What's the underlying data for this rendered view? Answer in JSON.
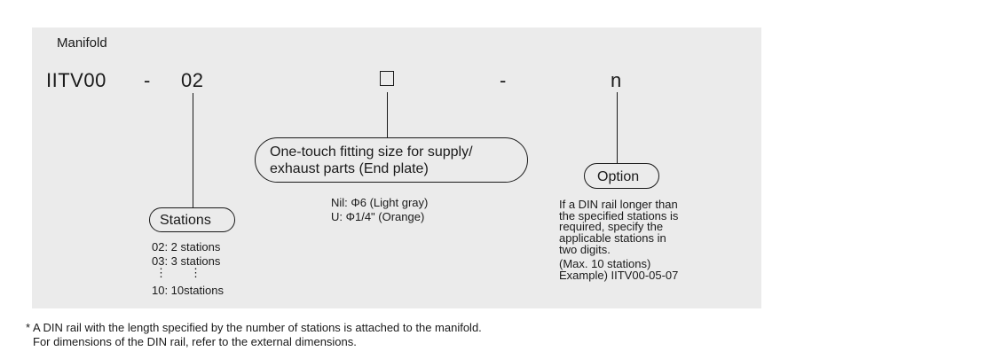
{
  "title": "Manifold",
  "code": {
    "prefix": "IITV00",
    "dash1": "-",
    "stations_code": "02",
    "box": "□",
    "dash2": "-",
    "option_code": "n"
  },
  "stations": {
    "label": "Stations",
    "items": [
      "02: 2 stations",
      "03: 3 stations",
      "10: 10stations"
    ],
    "ellipsis": [
      "⋮",
      "⋮"
    ]
  },
  "fitting": {
    "label_line1": "One-touch fitting size for supply/",
    "label_line2": "exhaust parts (End plate)",
    "items": [
      "Nil: Φ6 (Light gray)",
      "U: Φ1/4\" (Orange)"
    ]
  },
  "option": {
    "label": "Option",
    "lines": [
      "If a DIN rail longer than",
      "the specified stations is",
      "required, specify the",
      "applicable stations in",
      "two digits.",
      "(Max. 10 stations)",
      "Example) IITV00-05-07"
    ]
  },
  "footnote": {
    "line1": "* A DIN rail with the length specified by the number of stations is attached to the manifold.",
    "line2": "For dimensions of the DIN rail, refer to the external dimensions."
  }
}
